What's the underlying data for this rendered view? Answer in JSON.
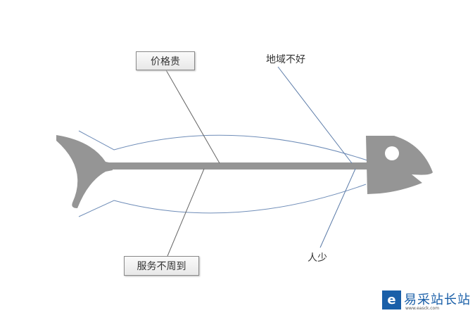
{
  "causes": {
    "top_left": "价格贵",
    "top_right": "地域不好",
    "bottom_left": "服务不周到",
    "bottom_right": "人少"
  },
  "watermark": {
    "name": "易采站长站",
    "sub": "www.easck.com"
  },
  "colors": {
    "fish": "#959595",
    "line": "#5b7ba8",
    "bone": "#666666"
  }
}
